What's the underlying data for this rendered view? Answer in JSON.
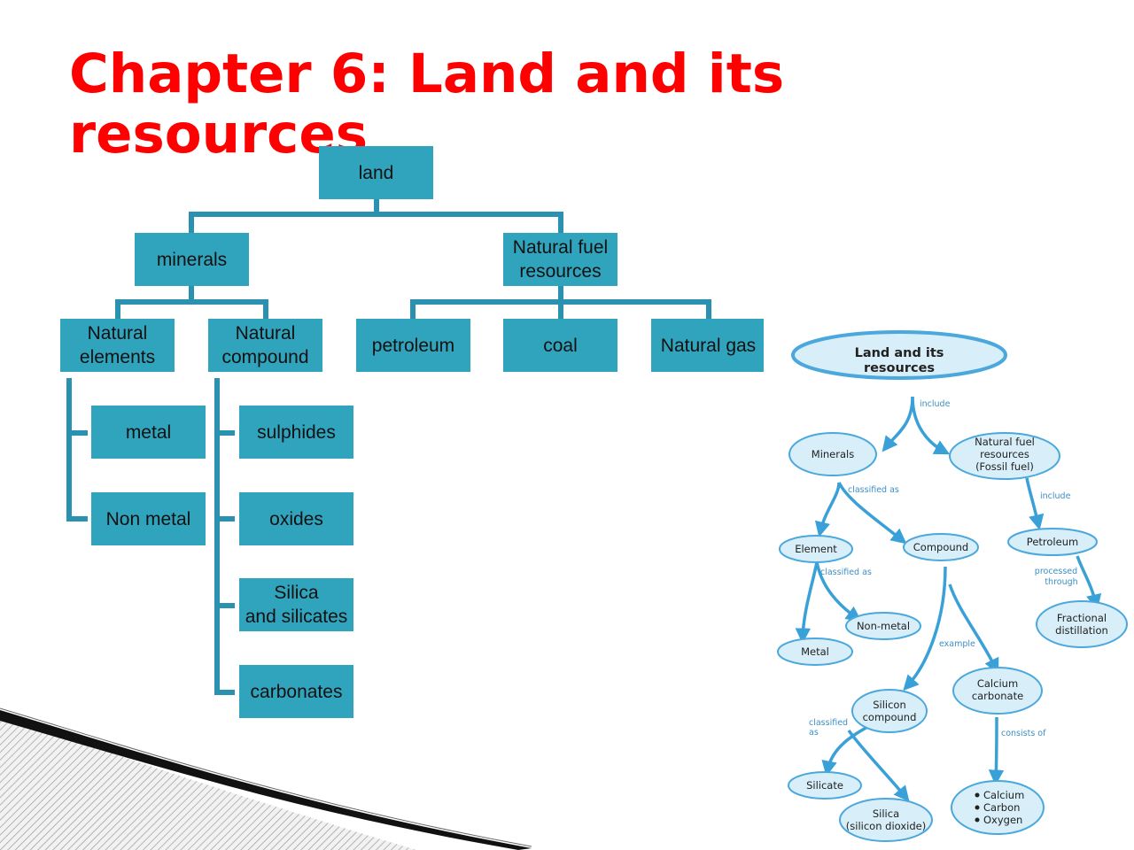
{
  "slide": {
    "title": "Chapter 6: Land and its resources"
  },
  "tree": {
    "root": "land",
    "minerals": "minerals",
    "fuel": "Natural fuel\nresources",
    "natural_elements": "Natural\nelements",
    "natural_compound": "Natural\ncompound",
    "petroleum": "petroleum",
    "coal": "coal",
    "natural_gas": "Natural gas",
    "metal": "metal",
    "non_metal": "Non metal",
    "sulphides": "sulphides",
    "oxides": "oxides",
    "silica_silicates": "Silica\nand silicates",
    "carbonates": "carbonates"
  },
  "concept_map": {
    "title_line1": "Land and its",
    "title_line2": "resources",
    "include": "include",
    "minerals": "Minerals",
    "fuel_line1": "Natural fuel",
    "fuel_line2": "resources",
    "fuel_line3": "(Fossil fuel)",
    "classified_as": "classified as",
    "include2": "include",
    "element": "Element",
    "compound": "Compound",
    "petroleum": "Petroleum",
    "classified_as2": "classified as",
    "processed": "processed",
    "through": "through",
    "non_metal": "Non-metal",
    "metal": "Metal",
    "fractional": "Fractional",
    "distillation": "distillation",
    "example": "example",
    "calcium": "Calcium",
    "carbonate": "carbonate",
    "silicon": "Silicon",
    "compound2": "compound",
    "classified3": "classified",
    "as3": "as",
    "consists_of": "consists of",
    "silicate": "Silicate",
    "silica": "Silica",
    "silicon_dioxide": "(silicon dioxide)",
    "elements": [
      "Calcium",
      "Carbon",
      "Oxygen"
    ]
  },
  "colors": {
    "title": "#ff0000",
    "box": "#31a4bd",
    "connector": "#2a92b0",
    "bubble_fill": "#d8eef8",
    "bubble_stroke": "#4aa8dc"
  }
}
